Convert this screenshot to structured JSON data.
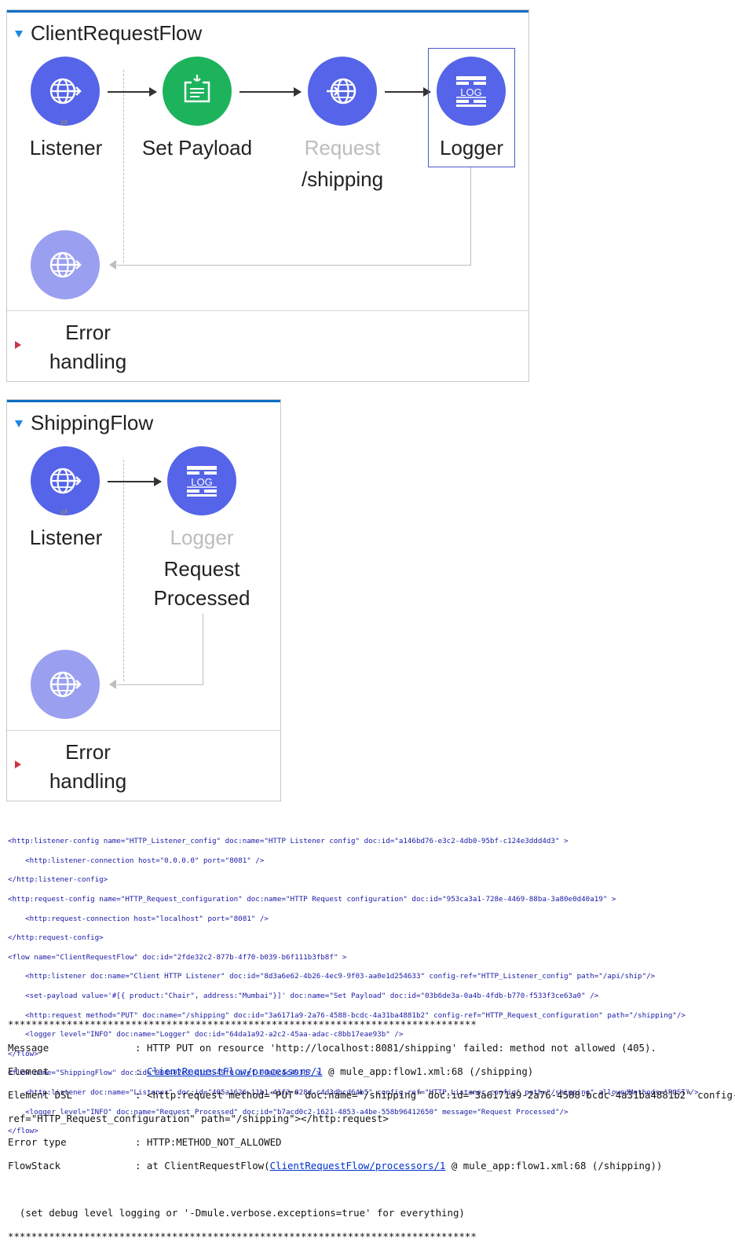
{
  "flow1": {
    "title": "ClientRequestFlow",
    "nodes": [
      {
        "label": "Listener",
        "icon": "http-listener-icon"
      },
      {
        "label": "Set Payload",
        "icon": "set-payload-icon"
      },
      {
        "label1": "Request",
        "label2": "/shipping",
        "icon": "http-request-icon"
      },
      {
        "label": "Logger",
        "icon": "logger-icon"
      }
    ],
    "source_icon": "http-response-icon",
    "error_line1": "Error",
    "error_line2": "handling"
  },
  "flow2": {
    "title": "ShippingFlow",
    "nodes": [
      {
        "label": "Listener",
        "icon": "http-listener-icon"
      },
      {
        "label1": "Logger",
        "label2": "Request",
        "label3": "Processed",
        "icon": "logger-icon"
      }
    ],
    "source_icon": "http-response-icon",
    "error_line1": "Error",
    "error_line2": "handling"
  },
  "log_icon_text": "LOG",
  "xml_lines": [
    "<http:listener-config name=\"HTTP_Listener_config\" doc:name=\"HTTP Listener config\" doc:id=\"a146bd76-e3c2-4db0-95bf-c124e3ddd4d3\" >",
    "    <http:listener-connection host=\"0.0.0.0\" port=\"8081\" />",
    "</http:listener-config>",
    "<http:request-config name=\"HTTP_Request_configuration\" doc:name=\"HTTP Request configuration\" doc:id=\"953ca3a1-728e-4469-88ba-3a80e0d40a19\" >",
    "    <http:request-connection host=\"localhost\" port=\"8081\" />",
    "</http:request-config>",
    "<flow name=\"ClientRequestFlow\" doc:id=\"2fde32c2-877b-4f70-b039-b6f111b3fb8f\" >",
    "    <http:listener doc:name=\"Client HTTP Listener\" doc:id=\"8d3a6e62-4b26-4ec9-9f03-aa0e1d254633\" config-ref=\"HTTP_Listener_config\" path=\"/api/ship\"/>",
    "    <set-payload value='#[{ product:\"Chair\", address:\"Mumbai\"}]' doc:name=\"Set Payload\" doc:id=\"03b6de3a-0a4b-4fdb-b770-f533f3ce63a0\" />",
    "    <http:request method=\"PUT\" doc:name=\"/shipping\" doc:id=\"3a6171a9-2a76-4588-bcdc-4a31ba4881b2\" config-ref=\"HTTP_Request_configuration\" path=\"/shipping\"/>",
    "    <logger level=\"INFO\" doc:name=\"Logger\" doc:id=\"64da1a92-a2c2-45aa-adac-c8bb17eae93b\" />",
    "</flow>",
    "<flow name=\"ShippingFlow\" doc:id=\"904402e3-c1d3-49f0-a7ef-00a0c4c4936\" >",
    "    <http:listener doc:name=\"Listener\" doc:id=\"405a1626-11b1-41f2-828d-c4d3dbcd64b5\" config-ref=\"HTTP_Listener_config\" path=\"/shipping\" allowedMethods=\"POST\"/>",
    "    <logger level=\"INFO\" doc:name=\"Request Processed\" doc:id=\"b7acd0c2-1621-4853-a4be-558b96412650\" message=\"Request Processed\"/>",
    "</flow>"
  ],
  "log": {
    "stars": "********************************************************************************",
    "message_key": "Message",
    "message_val": "HTTP PUT on resource 'http://localhost:8081/shipping' failed: method not allowed (405).",
    "element_key": "Element",
    "element_link": "ClientRequestFlow/processors/1",
    "element_rest": " @ mule_app:flow1.xml:68 (/shipping)",
    "dsl_key": "Element DSL",
    "dsl_val1": "<http:request method=\"PUT\" doc:name=\"/shipping\" doc:id=\"3a6171a9-2a76-4588-bcdc-4a31ba4881b2\" config-",
    "dsl_val2": "ref=\"HTTP_Request_configuration\" path=\"/shipping\"></http:request>",
    "errtype_key": "Error type",
    "errtype_val": "HTTP:METHOD_NOT_ALLOWED",
    "flowstack_key": "FlowStack",
    "flowstack_pre": "at ClientRequestFlow(",
    "flowstack_link": "ClientRequestFlow/processors/1",
    "flowstack_rest": " @ mule_app:flow1.xml:68 (/shipping))",
    "debug": "  (set debug level logging or '-Dmule.verbose.exceptions=true' for everything)"
  }
}
